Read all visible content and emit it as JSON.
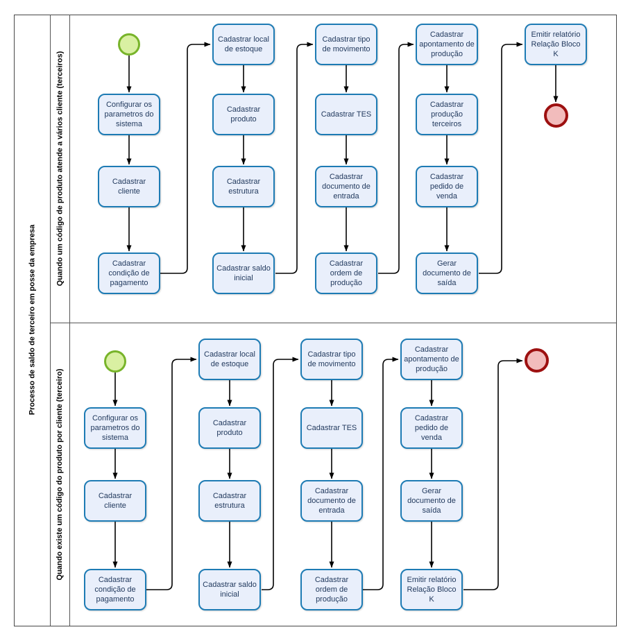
{
  "pool": {
    "title": "Processo de saldo de terceiro em posse da empresa"
  },
  "lanes": [
    {
      "label": "Quando um código de produto atende a vários cliente (terceiros)",
      "tasks": [
        "Configurar os parametros do sistema",
        "Cadastrar cliente",
        "Cadastrar condição de pagamento",
        "Cadastrar local de estoque",
        "Cadastrar produto",
        "Cadastrar estrutura",
        "Cadastrar saldo inicial",
        "Cadastrar tipo de movimento",
        "Cadastrar TES",
        "Cadastrar documento de entrada",
        "Cadastrar ordem de produção",
        "Cadastrar apontamento de produção",
        "Cadastrar produção terceiros",
        "Cadastrar pedido de venda",
        "Gerar documento de saída",
        "Emitir relatório Relação Bloco K"
      ]
    },
    {
      "label": "Quando existe um código do produto por cliente (terceiro)",
      "tasks": [
        "Configurar os parametros do sistema",
        "Cadastrar cliente",
        "Cadastrar condição de pagamento",
        "Cadastrar local de estoque",
        "Cadastrar produto",
        "Cadastrar estrutura",
        "Cadastrar saldo inicial",
        "Cadastrar tipo de movimento",
        "Cadastrar TES",
        "Cadastrar documento de entrada",
        "Cadastrar ordem de produção",
        "Cadastrar apontamento de produção",
        "Cadastrar pedido de venda",
        "Gerar documento de saída",
        "Emitir relatório Relação Bloco K"
      ]
    }
  ],
  "colors": {
    "task_fill": "#e9effb",
    "task_border": "#1d7bb4",
    "task_text": "#223a5e",
    "start_fill": "#d9f0a2",
    "start_border": "#78b42a",
    "end_fill": "#f2bcbc",
    "end_border": "#9d1010",
    "connector": "#000000",
    "frame": "#474747"
  }
}
